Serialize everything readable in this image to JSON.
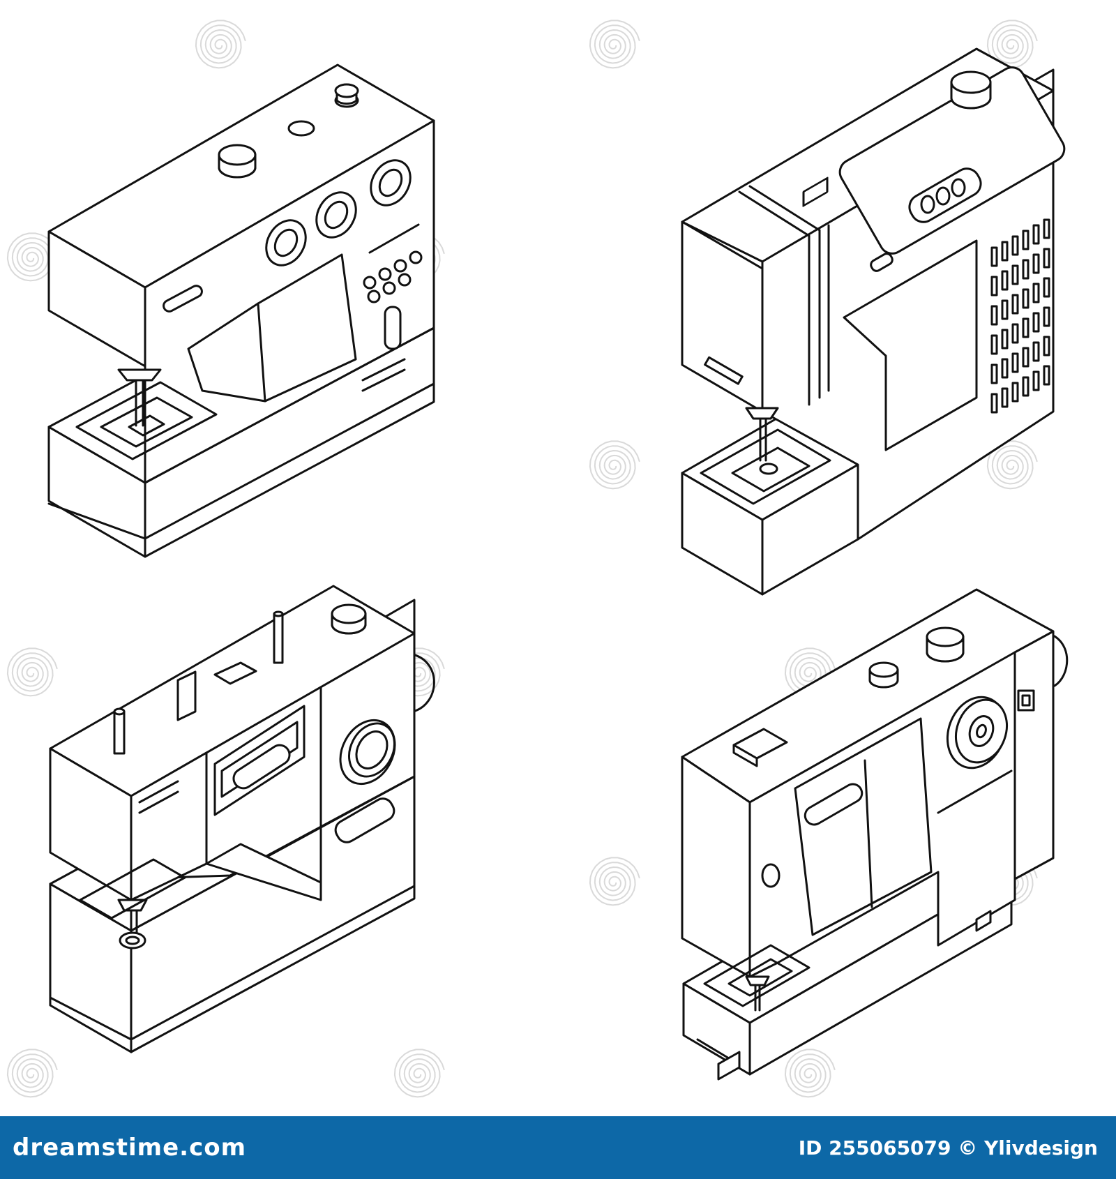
{
  "footer": {
    "background": "#0d68a7",
    "text_color": "#ffffff",
    "brand": "dreamstime.com",
    "credit": "ID 255065079 © Ylivdesign"
  },
  "illustration": {
    "style": "isometric black outline icons",
    "line_color": "#111111",
    "items": [
      {
        "name": "sewing-machine-dials-keypad-icon"
      },
      {
        "name": "sewing-machine-vent-panel-icon"
      },
      {
        "name": "sewing-machine-spool-pins-icon"
      },
      {
        "name": "sewing-machine-handwheel-icon"
      }
    ]
  },
  "watermark": {
    "motif": "spiral",
    "color": "#d9d9d9"
  }
}
